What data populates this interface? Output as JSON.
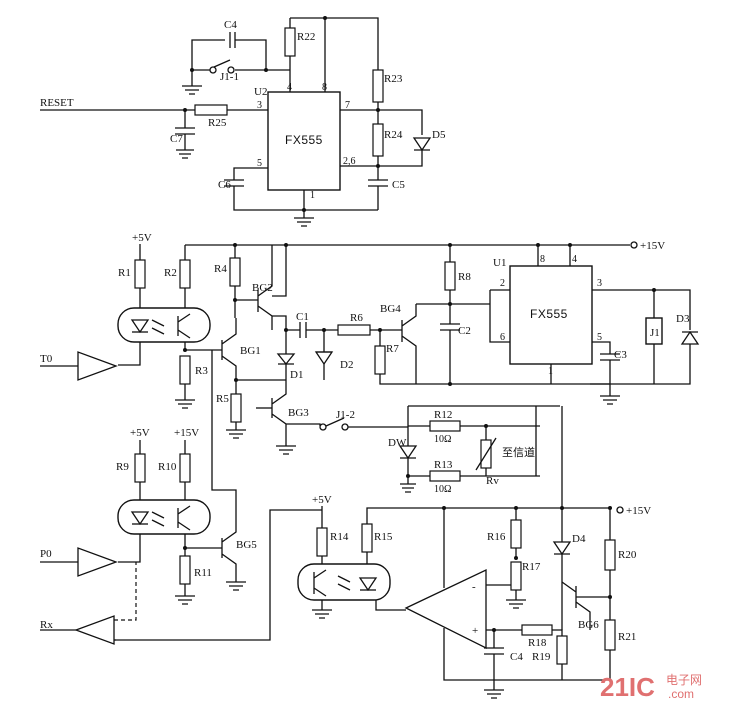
{
  "labels": {
    "reset": "RESET",
    "c4_top": "C4",
    "c4_bot": "C4",
    "r22": "R22",
    "j11": "J1-1",
    "u2": "U2",
    "u1": "U1",
    "pin4": "4",
    "pin8": "8",
    "pin3": "3",
    "pin7": "7",
    "pin5": "5",
    "pin26": "2,6",
    "pin1": "1",
    "ic_top": "FX555",
    "ic_bot": "FX555",
    "r23": "R23",
    "r24": "R24",
    "r25": "R25",
    "d5": "D5",
    "c7": "C7",
    "c6": "C6",
    "c5": "C5",
    "plus5v_1": "+5V",
    "plus5v_2": "+5V",
    "plus5v_3": "+5V",
    "plus15v_1": "+15V",
    "plus15v_2": "+15V",
    "plus15v_3": "+15V",
    "r1": "R1",
    "r2": "R2",
    "r3": "R3",
    "r4": "R4",
    "r5": "R5",
    "r6": "R6",
    "r7": "R7",
    "r8": "R8",
    "r9": "R9",
    "r10": "R10",
    "r11": "R11",
    "r12": "R12",
    "r13": "R13",
    "r14": "R14",
    "r15": "R15",
    "r16": "R16",
    "r17": "R17",
    "r18": "R18",
    "r19": "R19",
    "r20": "R20",
    "r21": "R21",
    "bg1": "BG1",
    "bg2": "BG2",
    "bg3": "BG3",
    "bg4": "BG4",
    "bg5": "BG5",
    "bg6": "BG6",
    "c1": "C1",
    "c2": "C2",
    "c3": "C3",
    "d1": "D1",
    "d2": "D2",
    "d3": "D3",
    "d4": "D4",
    "dw": "DW",
    "j1": "J1",
    "j12": "J1-2",
    "rv": "Rv",
    "to_channel": "至信道",
    "ohm1": "10Ω",
    "ohm2": "10Ω",
    "t0": "T0",
    "p0": "P0",
    "rx": "Rx",
    "u1_pin8": "8",
    "u1_pin4": "4",
    "u1_pin2": "2",
    "u1_pin3": "3",
    "u1_pin6": "6",
    "u1_pin5": "5",
    "u1_pin1": "1",
    "opamp_minus": "-",
    "opamp_plus": "+"
  },
  "watermark": {
    "logo": "21IC",
    "site": "电子网",
    "url": ".com"
  }
}
